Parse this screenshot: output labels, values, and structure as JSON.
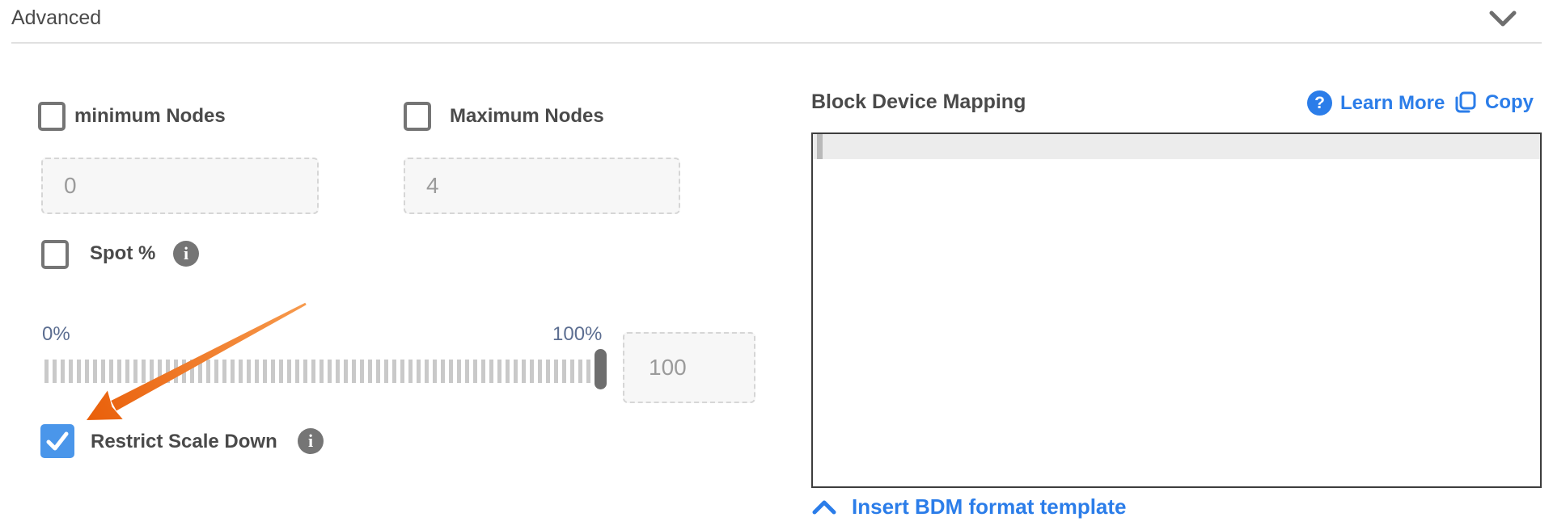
{
  "header": {
    "title": "Advanced",
    "collapse_icon": "chevron-down"
  },
  "left_panel": {
    "min_nodes": {
      "label": "minimum Nodes",
      "checked": false,
      "value": "0"
    },
    "max_nodes": {
      "label": "Maximum Nodes",
      "checked": false,
      "value": "4"
    },
    "spot": {
      "label": "Spot %",
      "checked": false
    },
    "slider": {
      "min_label": "0%",
      "max_label": "100%",
      "value": "100",
      "position_pct": 100
    },
    "restrict_scale_down": {
      "label": "Restrict Scale Down",
      "checked": true
    }
  },
  "right_panel": {
    "title": "Block Device Mapping",
    "learn_more_label": "Learn More",
    "copy_label": "Copy",
    "editor_content": "",
    "insert_template_label": "Insert BDM format template"
  },
  "annotation": {
    "type": "arrow",
    "color_start": "#f79a4d",
    "color_end": "#e95f0a",
    "points_at": "Restrict Scale Down checkbox"
  },
  "colors": {
    "accent_blue_link": "#2b7de9",
    "checkbox_checked_blue": "#4a96ea",
    "text_primary": "#4a4a4a",
    "input_placeholder": "#9b9b9b",
    "slider_label": "#5c6e91",
    "info_icon_gray": "#757575",
    "editor_border": "#3d3d3d",
    "editor_highlight": "#ececec"
  },
  "icons": {
    "question": "?",
    "info": "i"
  }
}
